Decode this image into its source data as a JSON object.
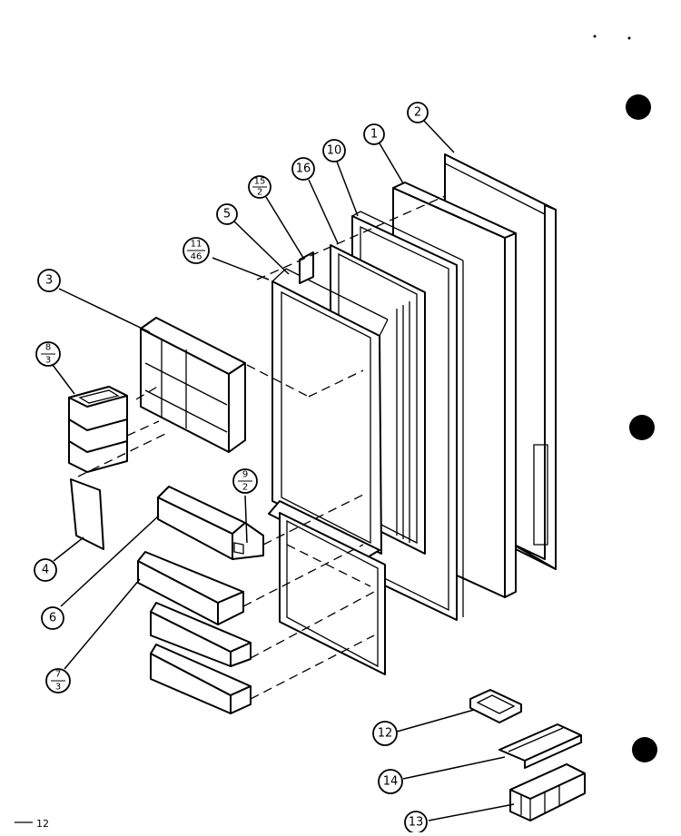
{
  "callouts": {
    "c1": "1",
    "c2": "2",
    "c3": "3",
    "c4": "4",
    "c5": "5",
    "c6": "6",
    "c10": "10",
    "c12": "12",
    "c13": "13",
    "c14": "14",
    "c16": "16",
    "c15_2": {
      "top": "15",
      "bottom": "2"
    },
    "c11_46": {
      "top": "11",
      "bottom": "46"
    },
    "c8_3": {
      "top": "8",
      "bottom": "3"
    },
    "c9_2": {
      "top": "9",
      "bottom": "2"
    },
    "c7_3": {
      "top": "7",
      "bottom": "3"
    }
  },
  "page_number": "12"
}
